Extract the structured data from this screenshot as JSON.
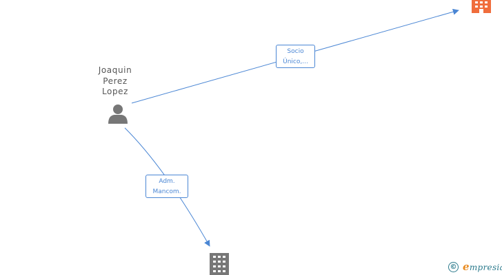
{
  "nodes": {
    "person": {
      "name_lines": [
        "Joaquin",
        "Perez",
        "Lopez"
      ],
      "icon": "person-icon",
      "color": "#777777"
    },
    "company_top": {
      "icon": "building-icon",
      "color": "#f06d3c"
    },
    "company_bottom": {
      "icon": "building-icon",
      "color": "#777777"
    }
  },
  "edges": {
    "socio": {
      "label_lines": [
        "Socio",
        "Único,..."
      ],
      "color": "#4a86d4"
    },
    "adm": {
      "label_lines": [
        "Adm.",
        "Mancom."
      ],
      "color": "#4a86d4"
    }
  },
  "watermark": {
    "symbol": "©",
    "brand_initial": "e",
    "brand_rest": "mpresia"
  }
}
